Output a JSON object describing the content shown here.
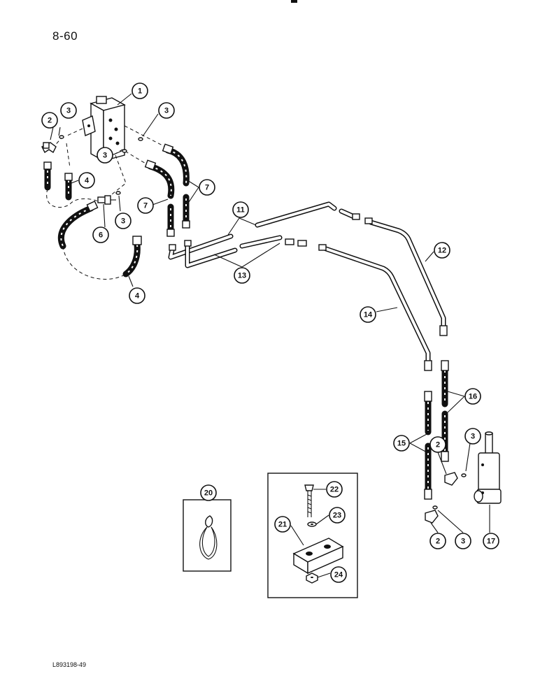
{
  "page_number": "8-60",
  "document_code": "L893198-49",
  "callouts": [
    {
      "label": "1"
    },
    {
      "label": "2"
    },
    {
      "label": "3"
    },
    {
      "label": "3"
    },
    {
      "label": "3"
    },
    {
      "label": "4"
    },
    {
      "label": "6"
    },
    {
      "label": "3"
    },
    {
      "label": "7"
    },
    {
      "label": "7"
    },
    {
      "label": "4"
    },
    {
      "label": "11"
    },
    {
      "label": "12"
    },
    {
      "label": "13"
    },
    {
      "label": "14"
    },
    {
      "label": "16"
    },
    {
      "label": "15"
    },
    {
      "label": "3"
    },
    {
      "label": "2"
    },
    {
      "label": "2"
    },
    {
      "label": "3"
    },
    {
      "label": "17"
    },
    {
      "label": "20"
    },
    {
      "label": "22"
    },
    {
      "label": "23"
    },
    {
      "label": "21"
    },
    {
      "label": "24"
    }
  ]
}
